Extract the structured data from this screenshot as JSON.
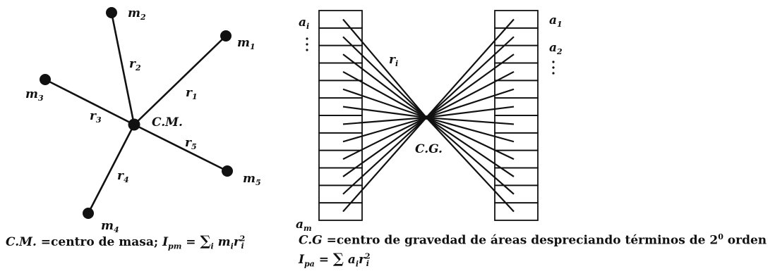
{
  "left_diagram": {
    "center_label": "C.M.",
    "masses": [
      {
        "id": "m1",
        "label": "m",
        "sub": "1",
        "r_label": "r",
        "r_sub": "1"
      },
      {
        "id": "m2",
        "label": "m",
        "sub": "2",
        "r_label": "r",
        "r_sub": "2"
      },
      {
        "id": "m3",
        "label": "m",
        "sub": "3",
        "r_label": "r",
        "r_sub": "3"
      },
      {
        "id": "m4",
        "label": "m",
        "sub": "4",
        "r_label": "r",
        "r_sub": "4"
      },
      {
        "id": "m5",
        "label": "m",
        "sub": "5",
        "r_label": "r",
        "r_sub": "5"
      }
    ]
  },
  "right_diagram": {
    "center_label": "C.G.",
    "area_labels": {
      "top_left": {
        "label": "a",
        "sub": "i"
      },
      "bottom_left": {
        "label": "a",
        "sub": "m"
      },
      "top_right_1": {
        "label": "a",
        "sub": "1"
      },
      "top_right_2": {
        "label": "a",
        "sub": "2"
      }
    },
    "r_label": {
      "label": "r",
      "sub": "i"
    },
    "cells_per_column": 12
  },
  "captions": {
    "left": {
      "cm": "C.M.",
      "text": " =centro de masa; ",
      "I": "I",
      "I_sub": "pm",
      "eq": " = ",
      "sum": "∑",
      "sum_sub": "i",
      "term_m": "m",
      "term_m_sub": "i",
      "term_r": "r",
      "term_r_sub": "i",
      "term_r_sup": "2"
    },
    "right": {
      "cg": "C.G",
      "text": " =centro de gravedad de áreas despreciando términos de 2",
      "deg": "0",
      "text2": " orden"
    },
    "right2": {
      "I": "I",
      "I_sub": "pa",
      "eq": " = ",
      "sum": "∑",
      "term_a": "a",
      "term_a_sub": "i",
      "term_r": "r",
      "term_r_sub": "i",
      "term_r_sup": "2"
    }
  }
}
